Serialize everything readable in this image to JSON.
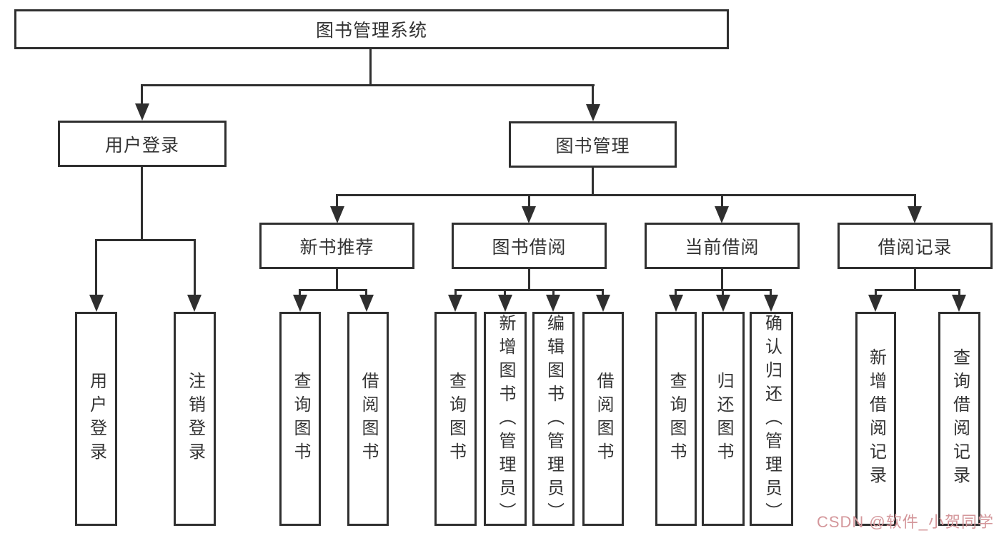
{
  "colors": {
    "line": "#2f2f2f",
    "text": "#333333",
    "background": "#ffffff",
    "watermark": "#d4979b"
  },
  "watermark": {
    "text": "CSDN @软件_小贺同学"
  },
  "tree": {
    "root": {
      "label": "图书管理系统"
    },
    "branches": [
      {
        "label": "用户登录",
        "children": [
          {
            "label": "用户登录"
          },
          {
            "label": "注销登录"
          }
        ]
      },
      {
        "label": "图书管理",
        "children": [
          {
            "label": "新书推荐",
            "children": [
              {
                "label": "查询图书"
              },
              {
                "label": "借阅图书"
              }
            ]
          },
          {
            "label": "图书借阅",
            "children": [
              {
                "label": "查询图书"
              },
              {
                "label": "新增图书（管理员）"
              },
              {
                "label": "编辑图书（管理员）"
              },
              {
                "label": "借阅图书"
              }
            ]
          },
          {
            "label": "当前借阅",
            "children": [
              {
                "label": "查询图书"
              },
              {
                "label": "归还图书"
              },
              {
                "label": "确认归还（管理员）"
              }
            ]
          },
          {
            "label": "借阅记录",
            "children": [
              {
                "label": "新增借阅记录"
              },
              {
                "label": "查询借阅记录"
              }
            ]
          }
        ]
      }
    ]
  }
}
